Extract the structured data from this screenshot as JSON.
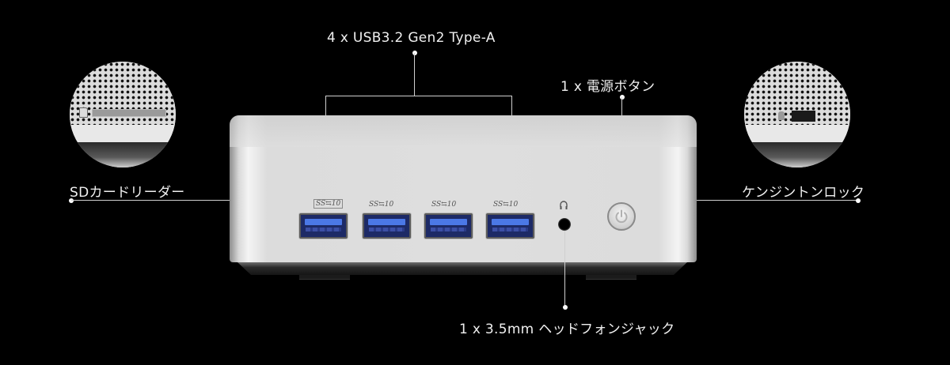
{
  "callouts": {
    "usb": {
      "label": "4 x USB3.2 Gen2 Type-A",
      "count": 4,
      "spec": "USB3.2 Gen2 Type-A"
    },
    "power": {
      "label": "1 x 電源ボタン",
      "count": 1
    },
    "sd": {
      "label": "SDカードリーダー"
    },
    "kensington": {
      "label": "ケンジントンロック"
    },
    "headphone": {
      "label": "1 x 3.5mm ヘッドフォンジャック",
      "count": 1,
      "size": "3.5mm"
    }
  },
  "ports": {
    "usb_marks": [
      "SS⇆10",
      "SS⇆10",
      "SS⇆10",
      "SS⇆10"
    ],
    "usb_color": "#4b78e6"
  },
  "icons": {
    "usb": "usb-ss-icon",
    "headphone": "headphone-icon",
    "power": "power-icon",
    "sd": "sd-card-icon",
    "lock": "kensington-lock-icon"
  },
  "colors": {
    "background": "#000000",
    "chassis": "#dedede",
    "line": "#cfcfcf"
  }
}
